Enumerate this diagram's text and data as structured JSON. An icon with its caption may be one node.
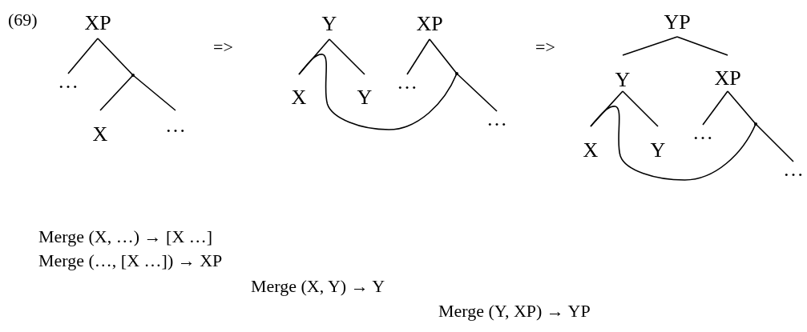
{
  "diagram": {
    "nodes": [
      {
        "text": [
          "XP"
        ]
      },
      {
        "text": [
          "…"
        ]
      },
      {
        "text": [],
        "shape": "point"
      },
      {
        "text": [
          "X"
        ]
      },
      {
        "text": [
          "…"
        ]
      },
      {
        "text": [
          "Y"
        ]
      },
      {
        "text": [
          "X"
        ]
      },
      {
        "text": [
          "Y"
        ]
      },
      {
        "text": [
          "XP"
        ]
      },
      {
        "text": [
          "…"
        ]
      },
      {
        "text": [],
        "shape": "point"
      },
      {
        "text": [
          "…"
        ]
      },
      {
        "text": [
          "YP"
        ]
      },
      {
        "text": [
          "Y"
        ]
      },
      {
        "text": [
          "XP"
        ]
      },
      {
        "text": [
          "X"
        ]
      },
      {
        "text": [
          "Y"
        ]
      },
      {
        "text": [
          "…"
        ]
      },
      {
        "text": [],
        "shape": "point"
      },
      {
        "text": [
          "…"
        ]
      }
    ],
    "edges": [
      {
        "from": 0,
        "to": 1,
        "arrow": "none"
      },
      {
        "from": 0,
        "to": 2,
        "arrow": "none"
      },
      {
        "from": 2,
        "to": 3,
        "arrow": "none"
      },
      {
        "from": 2,
        "to": 4,
        "arrow": "none"
      },
      {
        "from": 5,
        "to": 6,
        "arrow": "none"
      },
      {
        "from": 5,
        "to": 7,
        "arrow": "none"
      },
      {
        "from": 8,
        "to": 9,
        "arrow": "none"
      },
      {
        "from": 8,
        "to": 10,
        "arrow": "none"
      },
      {
        "from": 10,
        "to": 11,
        "arrow": "none"
      },
      {
        "from": 10,
        "to": 6,
        "arrow": "none"
      },
      {
        "from": 12,
        "to": 13,
        "arrow": "none"
      },
      {
        "from": 12,
        "to": 14,
        "arrow": "none"
      },
      {
        "from": 13,
        "to": 15,
        "arrow": "none"
      },
      {
        "from": 13,
        "to": 16,
        "arrow": "none"
      },
      {
        "from": 14,
        "to": 17,
        "arrow": "none"
      },
      {
        "from": 14,
        "to": 18,
        "arrow": "none"
      },
      {
        "from": 18,
        "to": 19,
        "arrow": "none"
      },
      {
        "from": 18,
        "to": 15,
        "arrow": "none"
      }
    ],
    "labels": [
      "(69)",
      "=>",
      "=>",
      "Merge (X, …) → [X …]",
      "Merge (…, [X …]) → XP",
      "Merge (X, Y) → Y",
      "Merge (Y, XP) → YP"
    ]
  }
}
